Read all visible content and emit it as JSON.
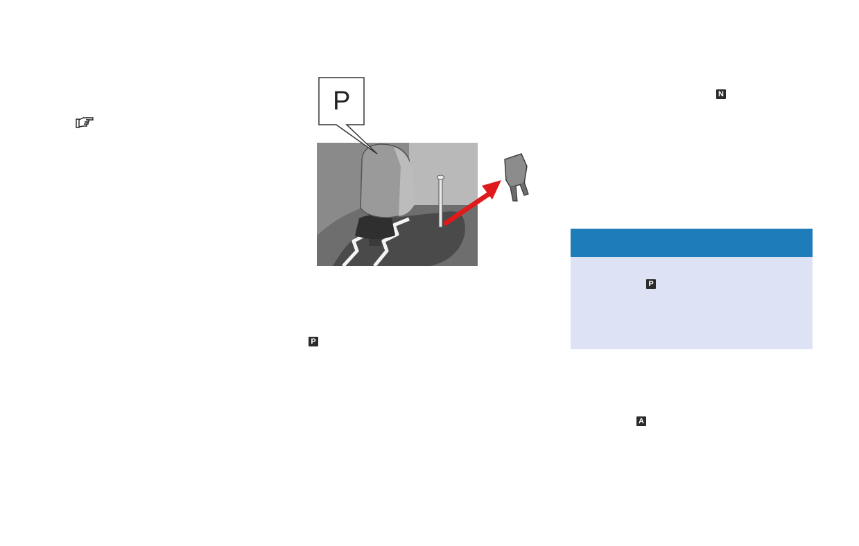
{
  "figure": {
    "callout_label": "P"
  },
  "badges": {
    "p_left": "P",
    "n_top": "N",
    "p_panel": "P",
    "a_bottom": "A"
  },
  "note_panel": {
    "header_color": "#1f7cba",
    "body_color": "#dde3f4"
  },
  "icons": {
    "pointer": "pointing-hand-icon"
  }
}
